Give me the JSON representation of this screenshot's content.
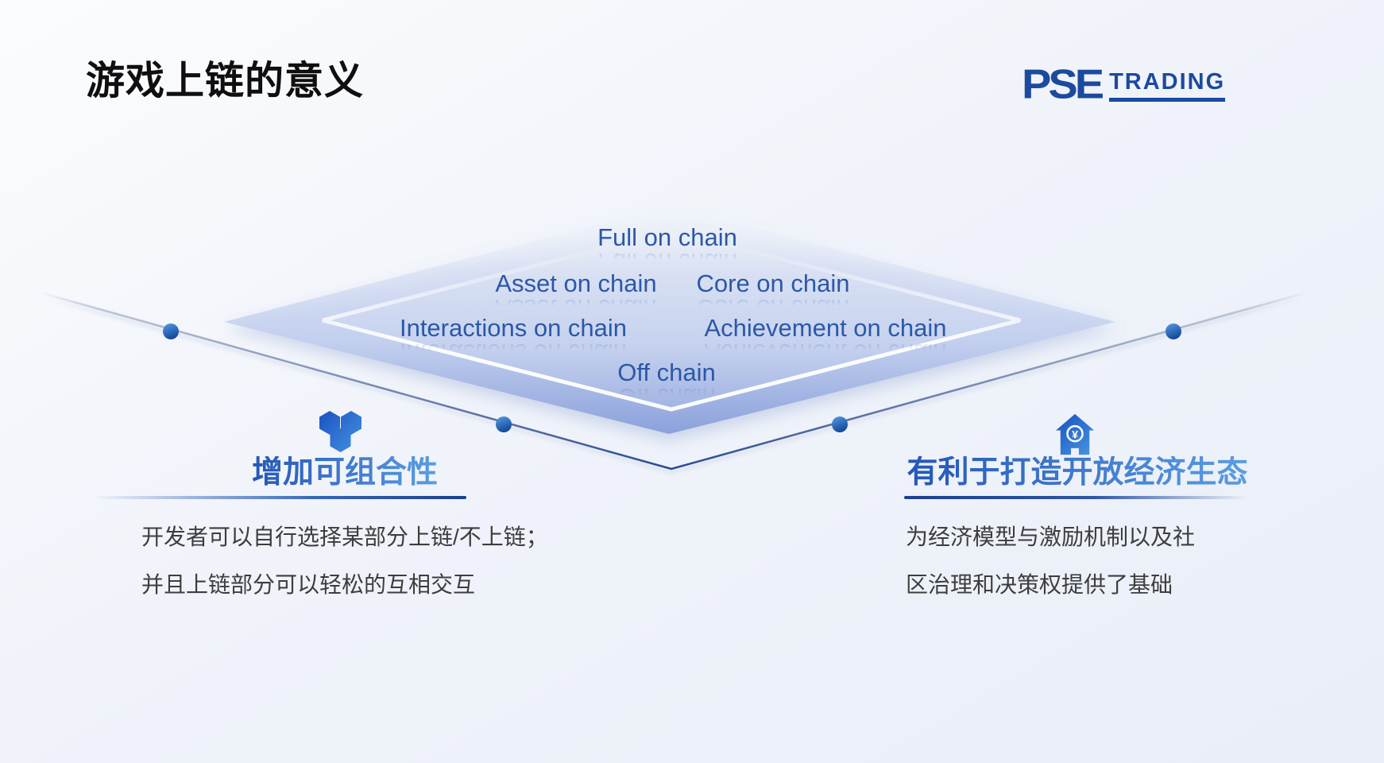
{
  "slide": {
    "title": "游戏上链的意义"
  },
  "logo": {
    "wordmark": "PSE",
    "suffix": "TRADING"
  },
  "diagram": {
    "labels": [
      {
        "text": "Full on chain"
      },
      {
        "text": "Asset on chain"
      },
      {
        "text": "Core on chain"
      },
      {
        "text": "Interactions on chain"
      },
      {
        "text": "Achievement on chain"
      },
      {
        "text": "Off chain"
      }
    ]
  },
  "features": [
    {
      "icon": "hexagon-cluster-icon",
      "title": "增加可组合性",
      "lines": [
        "开发者可以自行选择某部分上链/不上链；",
        "并且上链部分可以轻松的互相交互"
      ]
    },
    {
      "icon": "house-yen-icon",
      "badge": "¥",
      "title": "有利于打造开放经济生态",
      "lines": [
        "为经济模型与激励机制以及社",
        "区治理和决策权提供了基础"
      ]
    }
  ],
  "colors": {
    "brand_navy": "#1b4a9e",
    "label_blue": "#2b58a8",
    "heading_gradient_start": "#2456b8",
    "heading_gradient_end": "#5a9de2",
    "body_text": "#3d3d3d",
    "diamond_deep": "#8ba1db",
    "dot_light": "#559ce6",
    "dot_dark": "#164a9c"
  }
}
